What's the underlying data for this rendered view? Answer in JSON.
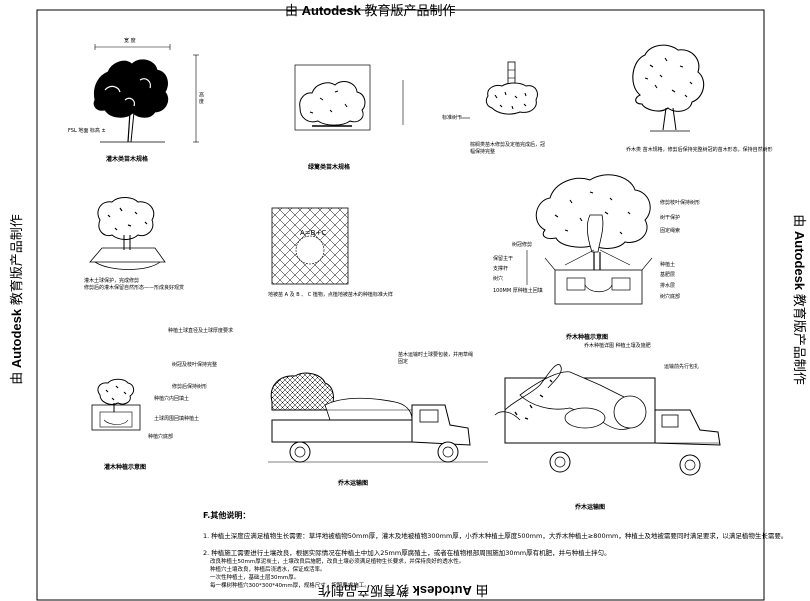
{
  "watermark": {
    "prefix": "由",
    "brand": "Autodesk",
    "suffix": "教育版产品制作"
  },
  "drawings": {
    "shrub_dim_w": "宽 度",
    "shrub_dim_h": "高 度",
    "shrub_ground_label": "FSL 地面 标高 ±",
    "shrub_caption": "灌木类苗木规格",
    "hedge_caption": "绿篱类苗木规格",
    "palm_note_1": "标准树干",
    "palm_caption_1": "棕榈类苗木修剪及定植完成后，冠",
    "palm_caption_2": "幅保持完整",
    "tree_caption": "乔木类 苗木规格，修剪后保持完整树冠的苗木形态，保持自然树形",
    "bush_caption_1": "灌木土球保护，完成修剪",
    "bush_caption_2": "修剪后的灌木保留自然形态——形成良好观赏",
    "grid_label": "A=B+C",
    "grid_note": "地被苗 A 及 B 、 C 植物，点植地被苗木的种植标准大样",
    "tree_notes": [
      "树冠修剪",
      "保留主干",
      "支撑杆",
      "树穴",
      "100MM 厚种植土回填"
    ],
    "tree_right_notes": [
      "修剪枝叶保持树形",
      "树干保护",
      "固定绳索",
      "种植土",
      "基肥层",
      "排水层",
      "树穴底部"
    ],
    "tree_caption_main": "乔木种植示意图",
    "tree_caption_sub": "乔木种植详图 种植土壤及施肥",
    "small_tree_notes": [
      "种植土球直径及土球厚度要求",
      "树冠及枝叶保持完整",
      "修剪后保持树形",
      "种植穴内回填土",
      "土球周围回填种植土",
      "种植穴底部"
    ],
    "small_tree_caption": "灌木种植示意图",
    "truck1_note_1": "苗木运输时土球要包装，并用草绳",
    "truck1_note_2": "固定",
    "truck1_caption": "乔木运输图",
    "truck2_note": "运输前先行包扎",
    "truck2_caption": "乔木运输图"
  },
  "spec": {
    "heading": "F.其他说明：",
    "items": [
      "1. 种植土深度应满足植物生长需要：草坪地被植物50mm厚，灌木及地被植物300mm厚，小乔木种植土厚度500mm，大乔木种植土≥800mm，种植土及地被需要同时满足要求，以满足植物生长需要。",
      "2. 种植施工需要进行土壤改良，根据实际情况在种植土中加入25mm厚腐殖土，或者在植物根部周围施加30mm厚有机肥，并与种植土拌匀。",
      "改良种植土50mm厚泥炭土，土壤改良后施肥，改良土壤必须满足植物生长要求，并保持良好的透水性。",
      "种植穴土壤改良，种植后浇透水，保证成活率。",
      "一次性种植土，基础土层30mm厚。",
      "每一棵树种植穴300*300*40mm厚，规格尺寸，按照要求施工。"
    ]
  }
}
